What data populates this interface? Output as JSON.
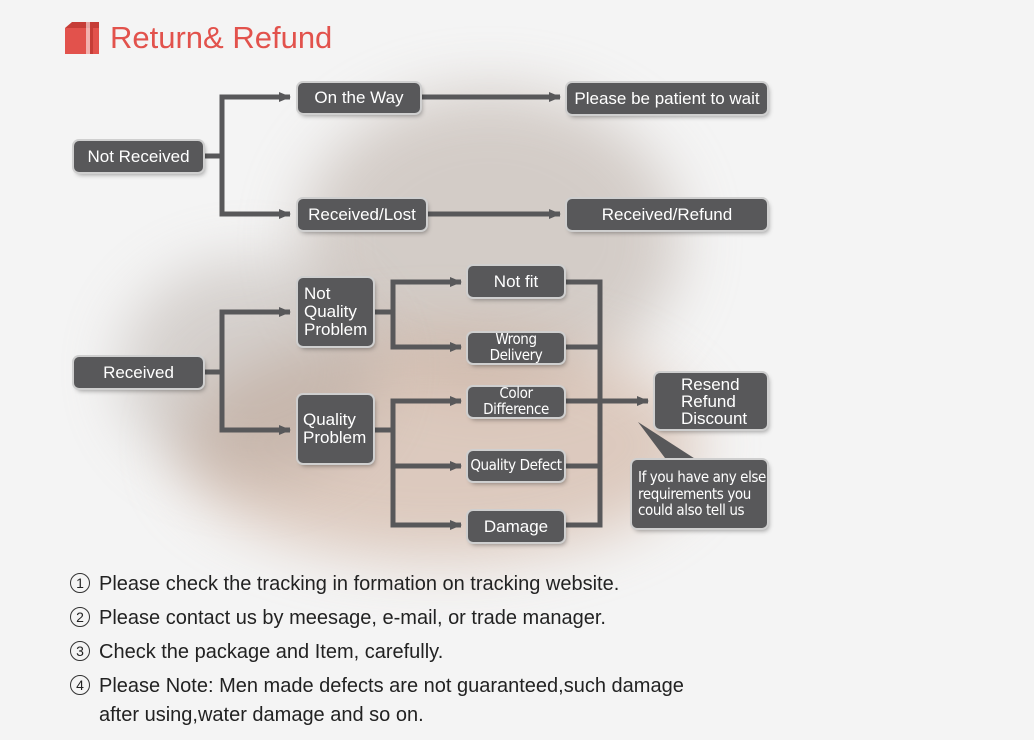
{
  "title": "Return& Refund",
  "colors": {
    "title": "#e2524c",
    "node": "#58585a",
    "arrow": "#58585a"
  },
  "nodes": {
    "not_received": "Not Received",
    "on_the_way": "On the Way",
    "please_wait": "Please be patient to wait",
    "received_lost": "Received/Lost",
    "received_refund": "Received/Refund",
    "received": "Received",
    "not_quality_problem": "Not\nQuality\nProblem",
    "quality_problem": "Quality\nProblem",
    "not_fit": "Not fit",
    "wrong_delivery": "Wrong Delivery",
    "color_difference": "Color Difference",
    "quality_defect": "Quality Defect",
    "damage": "Damage",
    "resend_refund_discount": "Resend\nRefund\nDiscount",
    "requirements_callout": "If you have any else\nrequirements you\ncould also tell us"
  },
  "notes": [
    {
      "num": "1",
      "text": "Please check the tracking in formation on tracking website."
    },
    {
      "num": "2",
      "text": "Please contact us by meesage, e-mail, or trade manager."
    },
    {
      "num": "3",
      "text": "Check the package and Item, carefully."
    },
    {
      "num": "4",
      "text": "Please Note: Men made defects  are not guaranteed,such damage\nafter using,water damage and so on."
    }
  ]
}
